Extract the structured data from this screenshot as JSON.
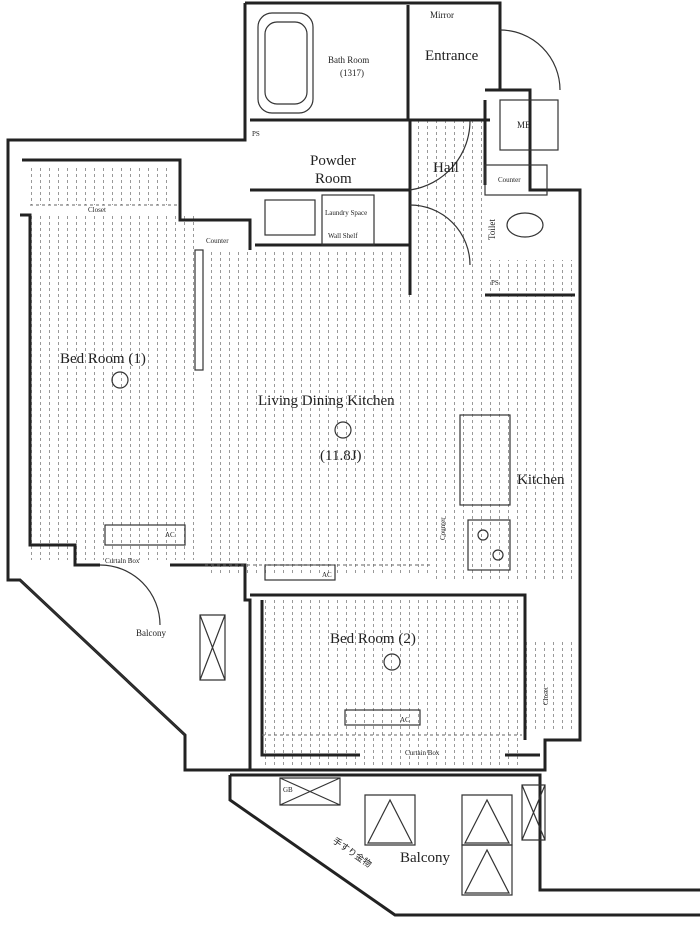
{
  "rooms": {
    "entrance": "Entrance",
    "mirror": "Mirror",
    "bath_room": "Bath Room",
    "bath_size": "(1317)",
    "powder_room_1": "Powder",
    "powder_room_2": "Room",
    "hall": "Hall",
    "mb": "MB",
    "toilet": "Toilet",
    "counter_toilet": "Counter",
    "counter_living": "Counter",
    "ps_top": "PS",
    "ps_mid": "PS",
    "closet_bed1": "Closet",
    "closet_bed2": "Closet",
    "bed_room_1": "Bed Room (1)",
    "living": "Living Dining Kitchen",
    "living_size": "(11.8J)",
    "kitchen": "Kitchen",
    "kitchen_counter": "Counter",
    "bed_room_2": "Bed Room (2)",
    "balcony_1": "Balcony",
    "balcony_2": "Balcony",
    "curtain_box_1": "Curtain Box",
    "curtain_box_2": "Curtain Box",
    "ac_1": "AC",
    "ac_2": "AC",
    "ac_3": "AC",
    "gb": "GB",
    "laundry": "Laundry Space",
    "wall_shelf": "Wall Shelf",
    "handrail": "手すり金物"
  }
}
